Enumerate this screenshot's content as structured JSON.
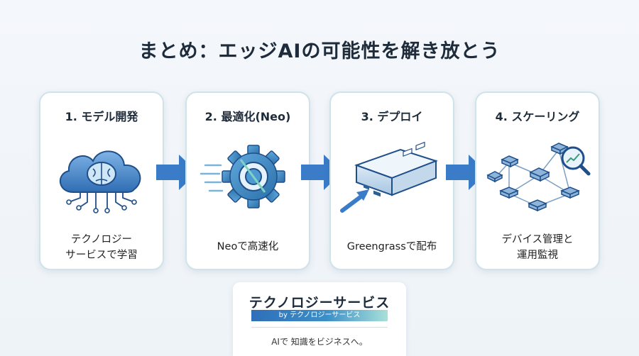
{
  "title": "まとめ：エッジAIの可能性を解き放とう",
  "steps": [
    {
      "title": "1. モデル開発",
      "desc_line1": "テクノロジー",
      "desc_line2": "サービスで学習",
      "icon": "cloud-brain-icon"
    },
    {
      "title": "2. 最適化(Neo)",
      "desc_line1": "Neoで高速化",
      "icon": "gear-icon"
    },
    {
      "title": "3. デプロイ",
      "desc_line1": "Greengrassで配布",
      "icon": "edge-device-icon"
    },
    {
      "title": "4. スケーリング",
      "desc_line1": "デバイス管理と",
      "desc_line2": "運用監視",
      "icon": "device-network-icon"
    }
  ],
  "footer": {
    "name": "テクノロジーサービス",
    "byline": "by テクノロジーサービス",
    "tagline": "AIで 知識をビジネスへ。"
  },
  "colors": {
    "accent": "#3a7cc8",
    "card_border": "#cfe3ea",
    "title": "#1d2b3a"
  }
}
